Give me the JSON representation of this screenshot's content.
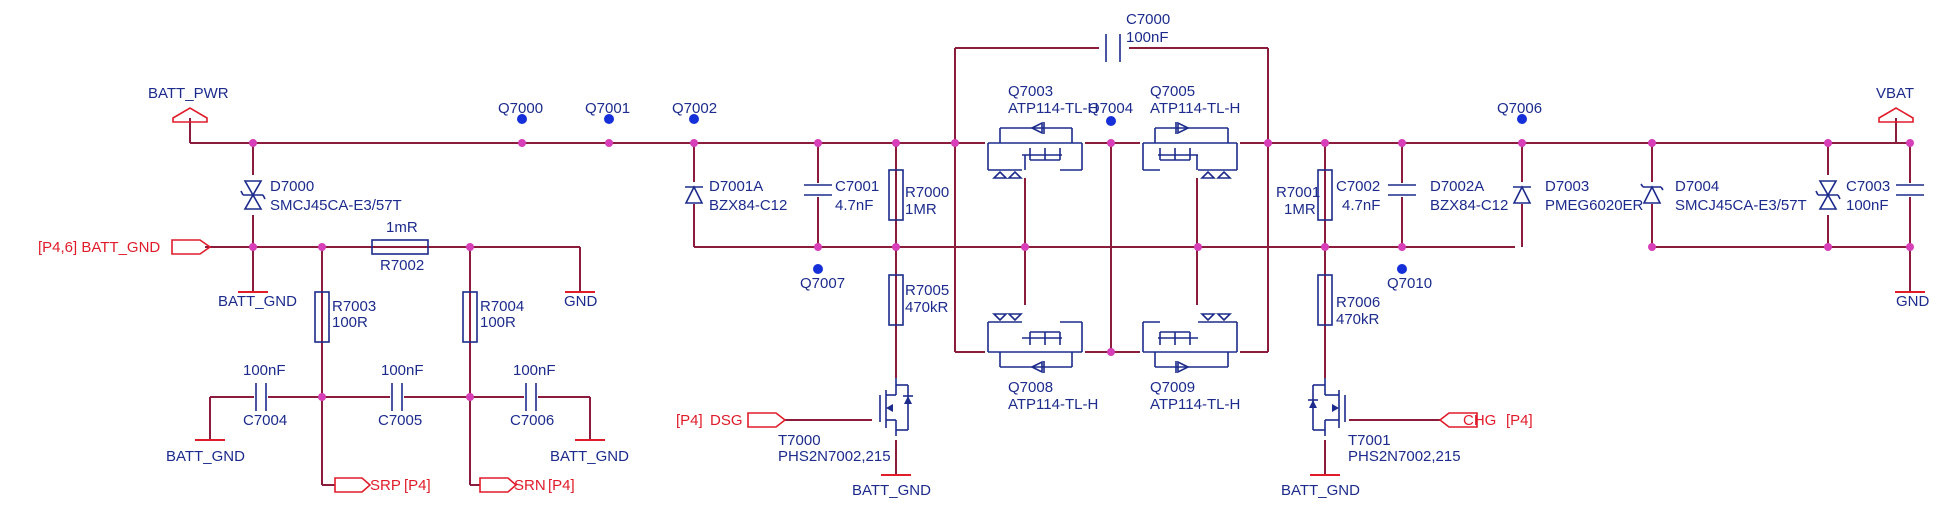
{
  "nets": {
    "batt_pwr": "BATT_PWR",
    "vbat": "VBAT",
    "batt_gnd": "BATT_GND",
    "gnd": "GND",
    "port_batt_gnd": "[P4,6] BATT_GND",
    "port_dsg_ref": "[P4]",
    "port_dsg": "DSG",
    "port_chg": "CHG",
    "port_chg_ref": "[P4]",
    "srp": "SRP",
    "srp_ref": "[P4]",
    "srn": "SRN",
    "srn_ref": "[P4]"
  },
  "testpoints": [
    "Q7000",
    "Q7001",
    "Q7002",
    "Q7004",
    "Q7006",
    "Q7007",
    "Q7010"
  ],
  "components": {
    "D7000": {
      "ref": "D7000",
      "value": "SMCJ45CA-E3/57T"
    },
    "D7001A": {
      "ref": "D7001A",
      "value": "BZX84-C12"
    },
    "D7002A": {
      "ref": "D7002A",
      "value": "BZX84-C12"
    },
    "D7003": {
      "ref": "D7003",
      "value": "PMEG6020ER"
    },
    "D7004": {
      "ref": "D7004",
      "value": "SMCJ45CA-E3/57T"
    },
    "C7000": {
      "ref": "C7000",
      "value": "100nF"
    },
    "C7001": {
      "ref": "C7001",
      "value": "4.7nF"
    },
    "C7002": {
      "ref": "C7002",
      "value": "4.7nF"
    },
    "C7003": {
      "ref": "C7003",
      "value": "100nF"
    },
    "C7004": {
      "ref": "C7004",
      "value": "100nF"
    },
    "C7005": {
      "ref": "C7005",
      "value": "100nF"
    },
    "C7006": {
      "ref": "C7006",
      "value": "100nF"
    },
    "R7000": {
      "ref": "R7000",
      "value": "1MR"
    },
    "R7001": {
      "ref": "R7001",
      "value": "1MR"
    },
    "R7002": {
      "ref": "R7002",
      "value": "1mR"
    },
    "R7003": {
      "ref": "R7003",
      "value": "100R"
    },
    "R7004": {
      "ref": "R7004",
      "value": "100R"
    },
    "R7005": {
      "ref": "R7005",
      "value": "470kR"
    },
    "R7006": {
      "ref": "R7006",
      "value": "470kR"
    },
    "Q7003": {
      "ref": "Q7003",
      "value": "ATP114-TL-H"
    },
    "Q7005": {
      "ref": "Q7005",
      "value": "ATP114-TL-H"
    },
    "Q7008": {
      "ref": "Q7008",
      "value": "ATP114-TL-H"
    },
    "Q7009": {
      "ref": "Q7009",
      "value": "ATP114-TL-H"
    },
    "T7000": {
      "ref": "T7000",
      "value": "PHS2N7002,215"
    },
    "T7001": {
      "ref": "T7001",
      "value": "PHS2N7002,215"
    }
  },
  "colors": {
    "wire": "#8b1c3c",
    "component": "#1c2b8c",
    "junction": "#d63fb8",
    "testpoint": "#1530d8",
    "net_port": "#e01b2a"
  }
}
